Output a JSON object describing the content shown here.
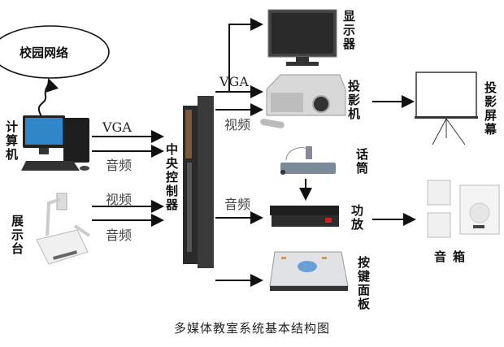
{
  "title": "多媒体教室系统基本结构图",
  "nodes": {
    "campus_network": "校园网络",
    "computer": "计算机",
    "visualizer": "展示台",
    "central_controller": "中央控制器",
    "monitor": "显示器",
    "projector": "投影机",
    "projection_screen": "投影屏幕",
    "microphone": "话筒",
    "amplifier": "功放",
    "button_panel": "按键面板",
    "speakers": "音箱"
  },
  "edges": {
    "computer_vga": "VGA",
    "computer_audio": "音频",
    "visualizer_video": "视频",
    "visualizer_audio": "音频",
    "to_projector_vga": "VGA",
    "to_projector_video": "视频",
    "to_amplifier_audio": "音频"
  }
}
